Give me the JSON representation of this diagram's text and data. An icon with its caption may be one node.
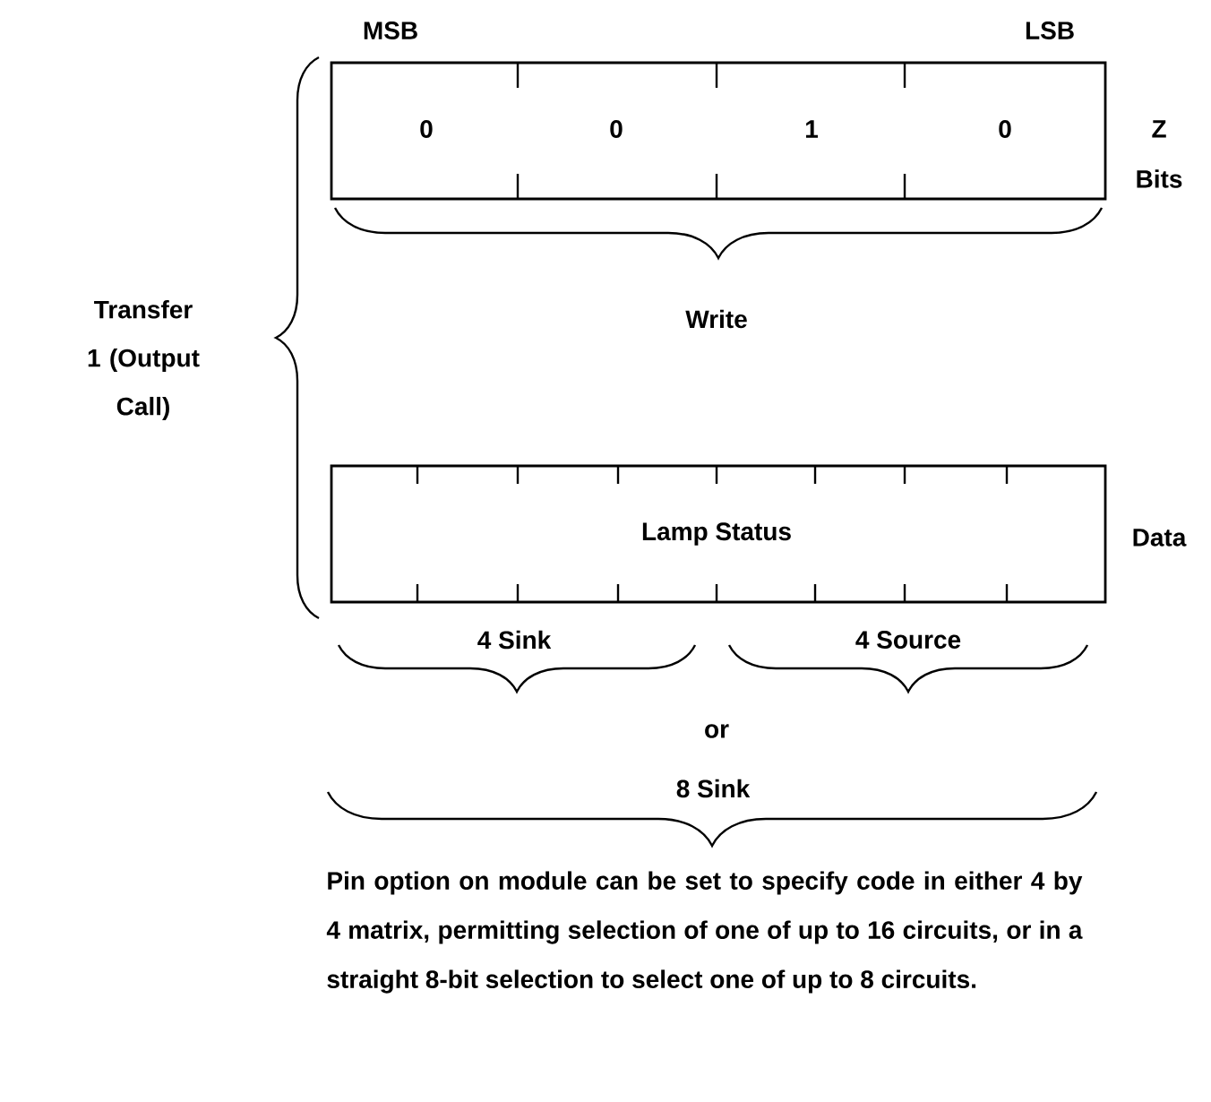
{
  "diagram": {
    "nodes": [
      {
        "text": [
          "0",
          "0",
          "1",
          "0"
        ],
        "beside": [
          "Z Bits"
        ]
      },
      {
        "text": [
          "Lamp Status"
        ],
        "beside": [
          "Data"
        ]
      }
    ],
    "labels": [
      "MSB",
      "LSB",
      "Write",
      "Transfer 1 (Output Call)",
      "4 Sink",
      "4 Source",
      "or",
      "8 Sink",
      "Pin option on module can be set to specify code in either 4 by 4 matrix, permitting selection of one of up to 16 circuits, or in a straight 8-bit selection to select one of up to 8 circuits."
    ]
  }
}
